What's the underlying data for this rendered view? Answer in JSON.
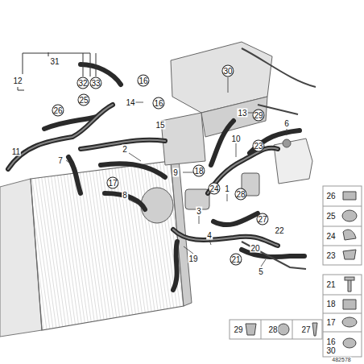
{
  "diagram": {
    "labels": [
      "31",
      "12",
      "32",
      "33",
      "16",
      "30",
      "25",
      "14",
      "16",
      "26",
      "13",
      "29",
      "15",
      "6",
      "10",
      "23",
      "2",
      "11",
      "7",
      "9",
      "18",
      "17",
      "24",
      "1",
      "28",
      "8",
      "26",
      "3",
      "25",
      "27",
      "22",
      "4",
      "24",
      "20",
      "23",
      "19",
      "21",
      "5",
      "21",
      "18",
      "17",
      "29",
      "28",
      "27",
      "16",
      "30",
      "482578"
    ]
  }
}
